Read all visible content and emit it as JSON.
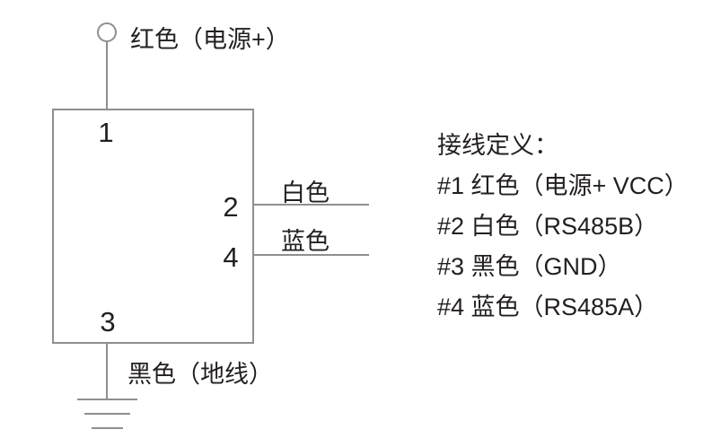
{
  "diagram": {
    "top_wire_label": "红色（电源+）",
    "bottom_wire_label": "黑色（地线）",
    "pin2_wire_label": "白色",
    "pin4_wire_label": "蓝色",
    "pin_numbers": {
      "pin1": "1",
      "pin2": "2",
      "pin3": "3",
      "pin4": "4"
    }
  },
  "legend": {
    "title": "接线定义：",
    "items": [
      "#1 红色（电源+ VCC）",
      "#2 白色（RS485B）",
      "#3 黑色（GND）",
      "#4 蓝色（RS485A）"
    ]
  },
  "colors": {
    "line": "#8f8f8f",
    "text": "#231f20",
    "background": "#ffffff"
  }
}
